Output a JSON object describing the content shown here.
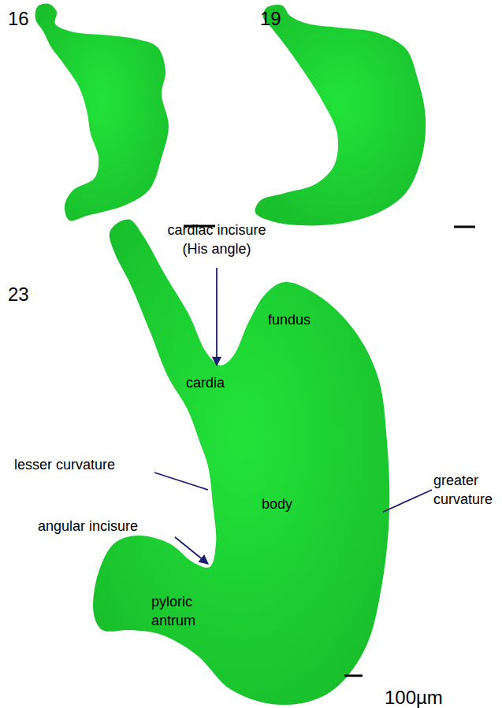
{
  "diagram": {
    "nodes": [
      {
        "text": [
          "fundus",
          "cardia",
          "body",
          "pyloric antrum"
        ]
      }
    ],
    "labels": [
      "16",
      "19",
      "cardiac incisure (His angle)",
      "23",
      "lesser curvature",
      "angular incisure",
      "greater curvature",
      "100µm"
    ]
  }
}
